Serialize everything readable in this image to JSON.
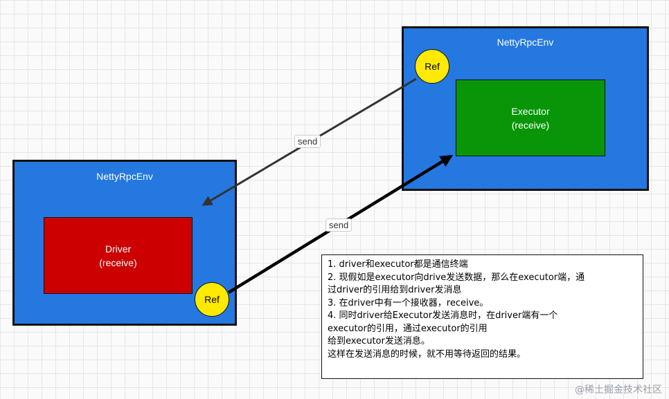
{
  "right_env": {
    "title": "NettyRpcEnv",
    "node_line1": "Executor",
    "node_line2": "(receive)",
    "ref_label": "Ref"
  },
  "left_env": {
    "title": "NettyRpcEnv",
    "node_line1": "Driver",
    "node_line2": "(receive)",
    "ref_label": "Ref"
  },
  "edges": {
    "top_label": "send",
    "bottom_label": "send"
  },
  "note": {
    "lines": [
      "1. driver和executor都是通信终端",
      "2. 现假如是executor向drive发送数据，那么在executor端，通",
      "过driver的引用给到driver发消息",
      "3. 在driver中有一个接收器，receive。",
      "4. 同时driver给Executor发送消息时，在driver端有一个",
      "executor的引用，通过executor的引用",
      "给到executor发送消息。",
      "这样在发送消息的时候，就不用等待返回的结果。"
    ]
  },
  "watermark": "@稀土掘金技术社区",
  "colors": {
    "env_blue": "#2478e0",
    "executor_green": "#089608",
    "driver_red": "#cc0000",
    "ref_yellow": "#ffea00"
  }
}
